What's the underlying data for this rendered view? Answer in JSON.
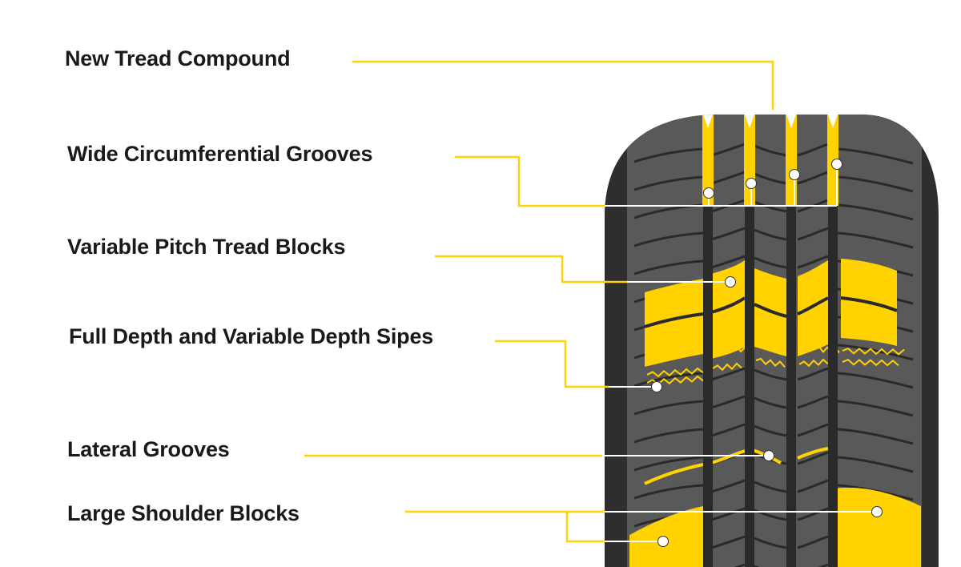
{
  "colors": {
    "tire_dark": "#2e2e2e",
    "tread": "#595959",
    "highlight": "#ffd200",
    "groove_line": "#2a2a2a",
    "pointer_dot": "#ffffff"
  },
  "labels": {
    "compound": "New Tread Compound",
    "circumferential": "Wide Circumferential Grooves",
    "pitch": "Variable Pitch Tread Blocks",
    "sipes": "Full Depth and Variable Depth Sipes",
    "lateral": "Lateral Grooves",
    "shoulder": "Large Shoulder Blocks"
  }
}
